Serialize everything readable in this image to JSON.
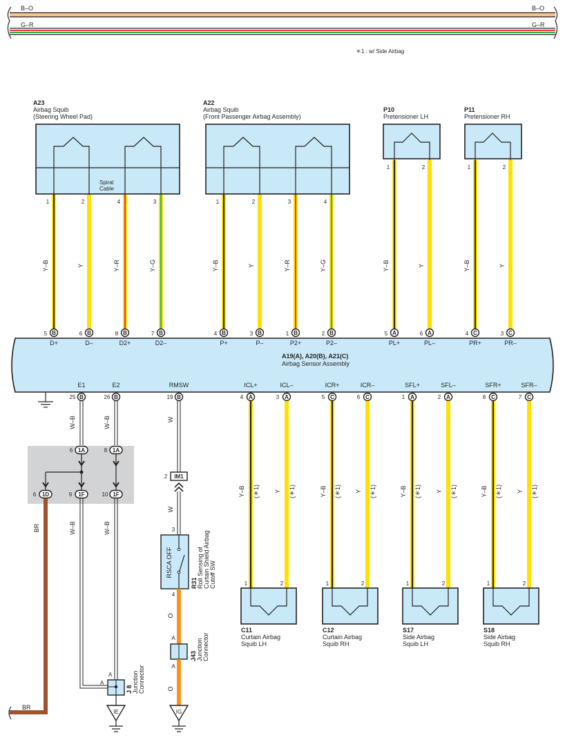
{
  "header": {
    "wire_top": "B–O",
    "wire_top_right": "B–O",
    "wire_second": "G–R",
    "wire_second_right": "G–R",
    "note": "＊1 : w/ Side Airbag"
  },
  "components": {
    "a23": {
      "code": "A23",
      "name": "Airbag Squib",
      "desc": "(Steering Wheel Pad)",
      "spiral": "Spiral",
      "cable": "Cable",
      "pins": [
        "1",
        "2",
        "4",
        "3"
      ],
      "wires": [
        "Y–B",
        "Y",
        "Y–R",
        "Y–G"
      ]
    },
    "a22": {
      "code": "A22",
      "name": "Airbag Squib",
      "desc": "(Front Passenger Airbag Assembly)",
      "pins": [
        "1",
        "2",
        "3",
        "4"
      ],
      "wires": [
        "Y–B",
        "Y",
        "Y–R",
        "Y–G"
      ]
    },
    "p10": {
      "code": "P10",
      "name": "Pretensioner LH",
      "pins": [
        "1",
        "2"
      ],
      "wires": [
        "Y–B",
        "Y"
      ]
    },
    "p11": {
      "code": "P11",
      "name": "Pretensioner RH",
      "pins": [
        "1",
        "2"
      ],
      "wires": [
        "Y–B",
        "Y"
      ]
    },
    "ecu": {
      "title": "A19(A), A20(B), A21(C)",
      "name": "Airbag Sensor Assembly",
      "top_terms": [
        {
          "pin": "5",
          "conn": "B",
          "label": "D+"
        },
        {
          "pin": "6",
          "conn": "B",
          "label": "D–"
        },
        {
          "pin": "8",
          "conn": "B",
          "label": "D2+"
        },
        {
          "pin": "7",
          "conn": "B",
          "label": "D2–"
        },
        {
          "pin": "4",
          "conn": "B",
          "label": "P+"
        },
        {
          "pin": "3",
          "conn": "B",
          "label": "P–"
        },
        {
          "pin": "1",
          "conn": "B",
          "label": "P2+"
        },
        {
          "pin": "2",
          "conn": "B",
          "label": "P2–"
        },
        {
          "pin": "5",
          "conn": "A",
          "label": "PL+"
        },
        {
          "pin": "6",
          "conn": "A",
          "label": "PL–"
        },
        {
          "pin": "4",
          "conn": "C",
          "label": "PR+"
        },
        {
          "pin": "3",
          "conn": "C",
          "label": "PR–"
        }
      ],
      "bottom_terms": [
        {
          "pin": "25",
          "conn": "B",
          "label": "E1"
        },
        {
          "pin": "26",
          "conn": "B",
          "label": "E2"
        },
        {
          "pin": "19",
          "conn": "B",
          "label": "RMSW"
        },
        {
          "pin": "4",
          "conn": "A",
          "label": "ICL+"
        },
        {
          "pin": "3",
          "conn": "A",
          "label": "ICL–"
        },
        {
          "pin": "5",
          "conn": "C",
          "label": "ICR+"
        },
        {
          "pin": "6",
          "conn": "C",
          "label": "ICR–"
        },
        {
          "pin": "1",
          "conn": "A",
          "label": "SFL+"
        },
        {
          "pin": "2",
          "conn": "A",
          "label": "SFL–"
        },
        {
          "pin": "8",
          "conn": "C",
          "label": "SFR+"
        },
        {
          "pin": "7",
          "conn": "C",
          "label": "SFR–"
        }
      ]
    },
    "junction": {
      "top": [
        {
          "pin": "6",
          "conn": "1A"
        },
        {
          "pin": "8",
          "conn": "1A"
        }
      ],
      "bottom": [
        {
          "pin": "6",
          "conn": "1D"
        },
        {
          "pin": "9",
          "conn": "1F"
        },
        {
          "pin": "10",
          "conn": "1F"
        }
      ],
      "wire_wb": "W–B",
      "wire_br": "BR"
    },
    "im1": {
      "pin": "2",
      "conn": "IM1"
    },
    "rmsw_wire": "W",
    "r31": {
      "code": "R31",
      "name1": "Roll Sensing of",
      "name2": "Curtain Shield Airbag",
      "name3": "Cutoff SW",
      "switch_label": "RSCA OFF",
      "pin_in": "3",
      "pin_out": "4"
    },
    "wire_o": "O",
    "j43": {
      "code": "J43",
      "name1": "Junction",
      "name2": "Connector",
      "pin_a": "A",
      "pin_b": "A"
    },
    "j8": {
      "code": "J 8",
      "name1": "Junction",
      "name2": "Connector",
      "pin_a": "A",
      "pin_b": "A"
    },
    "grounds": {
      "ie": "IE",
      "ig": "IG"
    },
    "c11": {
      "code": "C11",
      "name1": "Curtain Airbag",
      "name2": "Squib LH",
      "pins": [
        "1",
        "2"
      ]
    },
    "c12": {
      "code": "C12",
      "name1": "Curtain Airbag",
      "name2": "Squib RH",
      "pins": [
        "1",
        "2"
      ]
    },
    "s17": {
      "code": "S17",
      "name1": "Side Airbag",
      "name2": "Squib LH",
      "pins": [
        "1",
        "2"
      ]
    },
    "s18": {
      "code": "S18",
      "name1": "Side Airbag",
      "name2": "Squib RH",
      "pins": [
        "1",
        "2"
      ]
    },
    "lower_wires": {
      "yb": "Y–B",
      "y": "Y",
      "note": "(＊1)"
    }
  },
  "colors": {
    "Y": "#ffe000",
    "black": "#231f20",
    "red": "#e8352e",
    "green": "#2db34a",
    "orange": "#f7941d",
    "brown": "#a0522d",
    "box": "#c9e9f8",
    "junction_bg": "#d1d3d4"
  }
}
